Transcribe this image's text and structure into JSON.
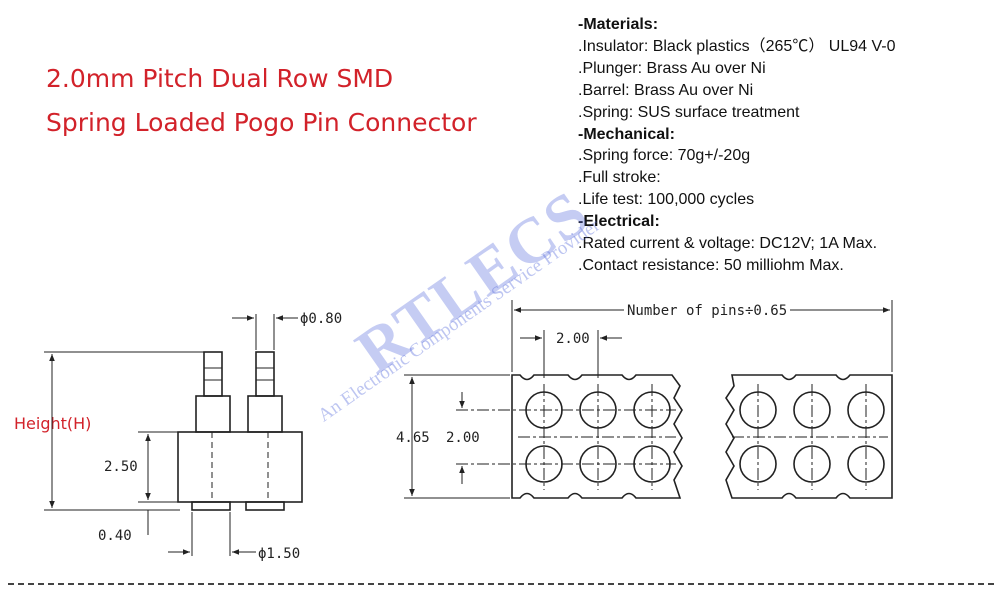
{
  "title": {
    "line1": "2.0mm Pitch Dual Row SMD",
    "line2": "Spring Loaded Pogo Pin Connector"
  },
  "specs": {
    "materials_head": "-Materials:",
    "insulator": ".Insulator: Black plastics（265℃） UL94 V-0",
    "plunger": ".Plunger: Brass Au over Ni",
    "barrel": ".Barrel: Brass Au over Ni",
    "spring": ".Spring: SUS surface treatment",
    "mechanical_head": "-Mechanical:",
    "spring_force": ".Spring force: 70g+/-20g",
    "full_stroke": ".Full stroke:",
    "life_test": ".Life test: 100,000 cycles",
    "electrical_head": "-Electrical:",
    "rated": ".Rated current & voltage: DC12V; 1A Max.",
    "contact": ".Contact resistance: 50 milliohm Max."
  },
  "watermark": {
    "brand": "RTLECS",
    "tagline": "An Electronic Components Service Provider"
  },
  "side_view": {
    "height_label": "Height(H)",
    "dim_pin_dia": "ϕ0.80",
    "dim_body": "2.50",
    "dim_foot": "0.40",
    "dim_foot_dia": "ϕ1.50"
  },
  "top_view": {
    "dim_length": "Number of pins÷0.65",
    "dim_pitch_x": "2.00",
    "dim_width": "4.65",
    "dim_pitch_y": "2.00"
  }
}
